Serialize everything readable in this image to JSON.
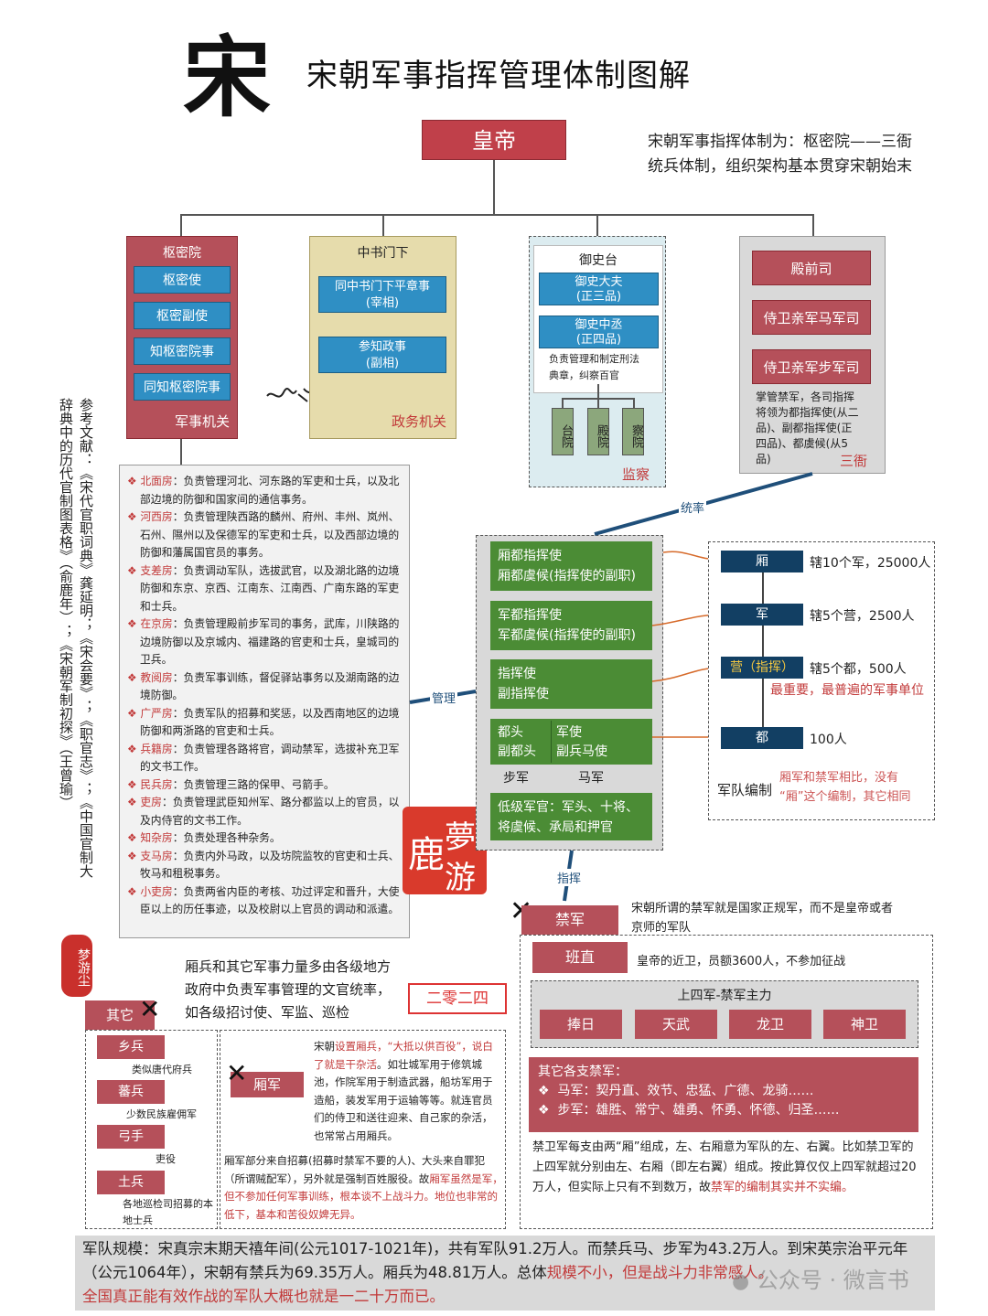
{
  "header": {
    "big_char": "宋",
    "title": "宋朝军事指挥管理体制图解"
  },
  "emperor": "皇帝",
  "intro": {
    "line1": "宋朝军事指挥体制为：枢密院——三衙",
    "line2": "统兵体制，组织架构基本贯穿宋朝始末"
  },
  "shumiyuan": {
    "title": "枢密院",
    "items": [
      "枢密使",
      "枢密副使",
      "知枢密院事",
      "同知枢密院事"
    ],
    "tag": "军事机关"
  },
  "zhongshu": {
    "title": "中书门下",
    "items": [
      {
        "l1": "同中书门下平章事",
        "l2": "(宰相)"
      },
      {
        "l1": "参知政事",
        "l2": "(副相)"
      }
    ],
    "tag": "政务机关"
  },
  "yushitai": {
    "title": "御史台",
    "items": [
      {
        "l1": "御史大夫",
        "l2": "(正三品)"
      },
      {
        "l1": "御史中丞",
        "l2": "(正四品)"
      }
    ],
    "desc1": "负责管理和制定刑法",
    "desc2": "典章，纠察百官",
    "subs": [
      "台院",
      "殿院",
      "察院"
    ],
    "tag": "监察"
  },
  "sanya": {
    "items": [
      "殿前司",
      "侍卫亲军马军司",
      "侍卫亲军步军司"
    ],
    "desc": [
      "掌管禁军，各司指挥",
      "将领为都指挥使(从二",
      "品)、副都指挥使(正",
      "四品)、都虞候(从5",
      "品)"
    ],
    "tag": "三衙"
  },
  "reference": {
    "col1": "参考文献：《宋代官职词典》龚延明；《宋会要》；《职官志》；《中国官制大",
    "col2": "辞典中的历代官制图表格》（俞鹿年）；《宋朝军制初探》（王曾瑜）"
  },
  "fang_list": [
    {
      "name": "北面房",
      "text": "：负责管理河北、河东路的军吏和士兵，以及北部边境的防御和国家间的通信事务。"
    },
    {
      "name": "河西房",
      "text": "：负责管理陕西路的麟州、府州、丰州、岚州、石州、隰州以及保德军的军吏和士兵，以及西部边境的防御和藩属国官员的事务。"
    },
    {
      "name": "支差房",
      "text": "：负责调动军队，选拔武官，以及湖北路的边境防御和东京、京西、江南东、江南西、广南东路的军吏和士兵。"
    },
    {
      "name": "在京房",
      "text": "：负责管理殿前步军司的事务，武库，川陕路的边境防御以及京城内、福建路的官吏和士兵，皇城司的卫兵。"
    },
    {
      "name": "教阅房",
      "text": "：负责军事训练，督促驿站事务以及湖南路的边境防御。"
    },
    {
      "name": "广严房",
      "text": "：负责军队的招募和奖惩，以及西南地区的边境防御和两浙路的官吏和士兵。"
    },
    {
      "name": "兵籍房",
      "text": "：负责管理各路将官，调动禁军，选拔补充卫军的文书工作。"
    },
    {
      "name": "民兵房",
      "text": "：负责管理三路的保甲、弓箭手。"
    },
    {
      "name": "吏房",
      "text": "：负责管理武臣知州军、路分都监以上的官员，以及内侍官的文书工作。"
    },
    {
      "name": "知杂房",
      "text": "：负责处理各种杂务。"
    },
    {
      "name": "支马房",
      "text": "：负责内外马政，以及坊院监牧的官吏和士兵、牧马和租税事务。"
    },
    {
      "name": "小吏房",
      "text": "：负责两省内臣的考核、功过评定和晋升，大使臣以上的历任事迹，以及校尉以上官员的调动和派遣。"
    }
  ],
  "command": {
    "boxes": [
      {
        "l1": "厢都指挥使",
        "l2": "厢都虞候(指挥使的副职)"
      },
      {
        "l1": "军都指挥使",
        "l2": "军都虞候(指挥使的副职)"
      },
      {
        "l1": "指挥使",
        "l2": "副指挥使"
      }
    ],
    "dutou": {
      "a1": "都头",
      "a2": "副都头",
      "b1": "军使",
      "b2": "副兵马使",
      "ca": "步军",
      "cb": "马军"
    },
    "low": {
      "l1": "低级军官：军头、十将、",
      "l2": "将虞候、承局和押官"
    }
  },
  "arrows": {
    "tonglv": "统率",
    "guanli": "管理",
    "zhihui": "指挥"
  },
  "units": [
    {
      "name": "厢",
      "desc": "辖10个军，25000人"
    },
    {
      "name": "军",
      "desc": "辖5个营，2500人"
    },
    {
      "name": "营（指挥）",
      "desc": "辖5个都，500人"
    },
    {
      "name": "都",
      "desc": "100人"
    }
  ],
  "units_note": "最重要，最普遍的军事单位",
  "units_label": "军队编制",
  "units_compare": {
    "l1": "厢军和禁军相比，没有",
    "l2": "“厢”这个编制，其它相同"
  },
  "seal": {
    "chars": [
      "夢",
      "鹿",
      "游"
    ],
    "small": "梦游尘"
  },
  "jinjun": {
    "title": "禁军",
    "desc1": "宋朝所谓的禁军就是国家正规军，而不是皇帝或者",
    "desc2": "京师的军队",
    "banzhi": "班直",
    "banzhi_desc": "皇帝的近卫，员额3600人，不参加征战",
    "shangsi_title": "上四军-禁军主力",
    "shangsi": [
      "捧日",
      "天武",
      "龙卫",
      "神卫"
    ],
    "other_title": "其它各支禁军：",
    "other_ma": "马军：契丹直、效节、忠猛、广德、龙骑……",
    "other_bu": "步军：雄胜、常宁、雄勇、怀勇、怀德、归圣……",
    "note": "禁卫军每支由两“厢”组成，左、右厢意为军队的左、右翼。比如禁卫军的上四军就分别由左、右厢（即左右翼）组成。按此算仅仅上四军就超过20万人，但实际上只有不到数万，故",
    "note_red": "禁军的编制其实并不实编。"
  },
  "other": {
    "intro1": "厢兵和其它军事力量多由各级地方",
    "intro2": "政府中负责军事管理的文官统率，",
    "intro3": "如各级招讨使、军监、巡检",
    "year_stamp": "二零二四",
    "title": "其它",
    "items": [
      {
        "name": "乡兵",
        "desc": "类似唐代府兵"
      },
      {
        "name": "蕃兵",
        "desc": "少数民族雇佣军"
      },
      {
        "name": "弓手",
        "desc": "吏役"
      },
      {
        "name": "土兵",
        "desc": "各地巡检司招募的本地士兵"
      }
    ]
  },
  "xiangjun": {
    "title": "厢军",
    "p1a": "宋朝",
    "p1b": "设置厢兵，“大抵以供百役”，说白了就是干杂活",
    "p1c": "。如壮城军用于修筑城池，作院军用于制造武器，船坊军用于造船，装发军用于运输等等。就连官员们的侍卫和送往迎来、自己家的杂活，也常常占用厢兵。",
    "p2a": "厢军部分来自招募(招募时禁军不要的人)、大头来自罪犯（所谓贼配军），另外就是强制百姓服役。故",
    "p2b": "厢军虽然是军，但不参加任何军事训练，根本谈不上战斗力。地位也非常的低下，基本和苦役奴婢无异。"
  },
  "footer": {
    "p1": "军队规模：宋真宗末期天禧年间(公元1017-1021年)，共有军队91.2万人。而禁兵马、步军为43.2万人。到宋英宗治平元年（公元1064年），宋朝有禁兵为69.35万人。厢兵为48.81万人。总体",
    "p1_red": "规模不小，但是战斗力非常感人。",
    "p2_red": "全国真正能有效作战的军队大概也就是一二十万而已。",
    "watermark": "公众号 · 微言书"
  }
}
